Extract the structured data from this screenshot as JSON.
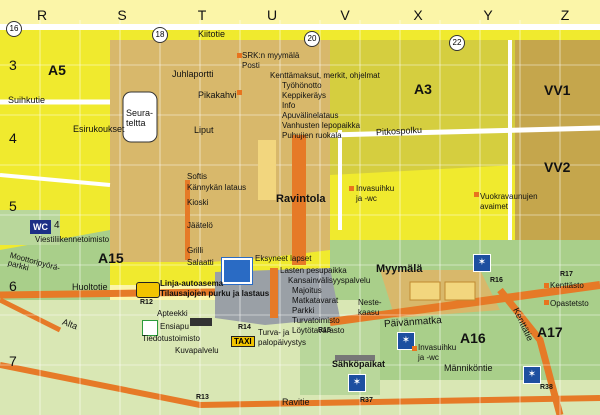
{
  "grid": {
    "letters": [
      "R",
      "S",
      "T",
      "U",
      "V",
      "X",
      "Y",
      "Z"
    ],
    "numbers": [
      "3",
      "4",
      "5",
      "6",
      "7"
    ]
  },
  "road_numbers": [
    "16",
    "18",
    "20",
    "22"
  ],
  "roads": {
    "kiitotie": "Kiitotie",
    "suihkutie": "Suihkutie",
    "pitkospolku": "Pitkospolku",
    "huoltotie": "Huoltotie",
    "alta": "Alta",
    "paivanmatka": "Päivänmatka",
    "kenttatie": "Kenttätie",
    "mannikontie": "Männiköntie",
    "ravitie": "Ravitie",
    "moottoripyoraparkki": "Moottoripyörä-\nparkki"
  },
  "areas": {
    "a5": "A5",
    "a3": "A3",
    "vv1": "VV1",
    "vv2": "VV2",
    "a15": "A15",
    "a16": "A16",
    "a17": "A17",
    "ravintola": "Ravintola",
    "myymala": "Myymälä",
    "sahkopaikat": "Sähköpaikat"
  },
  "labels": {
    "juhlaportti": "Juhlaportti",
    "pikakahvi": "Pikakahvi",
    "seuratelta": "Seura-\nteltta",
    "esirukoukset": "Esirukoukset",
    "liput": "Liput",
    "softis": "Softis",
    "kannykan_lataus": "Kännykän lataus",
    "kioski": "Kioski",
    "jaatelo": "Jäätelö",
    "grilli": "Grilli",
    "salaatti": "Salaatti",
    "viestiliikennetoimisto": "Viestiliikennetoimisto",
    "wc": "WC",
    "wc_num": "4",
    "srk_list": [
      "SRK:n myymälä",
      "Posti",
      "Kenttämaksut, merkit, ohjelmat",
      "Työhönotto",
      "Keppikeräys",
      "Info",
      "Apuvälinelataus",
      "Vanhusten lepopaikka",
      "Puhujien ruokala"
    ],
    "invasuihku_a3": "Invasuihku\nja -wc",
    "vuokravaunujen_avaimet": "Vuokravaunujen\navaimet",
    "eksyneet_lapset": "Eksyneet lapset",
    "right_list": [
      "Lasten pesupaikka",
      "Kansainvälisyyspalvelu",
      "Majoitus",
      "Matkatavarat",
      "Parkki",
      "Turvatoimisto",
      "Löytötavarasto"
    ],
    "linja_autoasema": "Linja-autoasema",
    "tilausajojen": "Tilausajojen purku ja lastaus",
    "nestekaasu": "Neste-\nkaasu",
    "kenttasto": "Kenttästo",
    "opastetsto": "Opastetsto",
    "apteekki": "Apteekki",
    "ensiapu": "Ensiapu",
    "tiedotustoimisto": "Tiedotustoimisto",
    "kuvapalvelu": "Kuvapalvelu",
    "taxi": "TAXI",
    "turva": "Turva- ja\npalopäivystys",
    "invasuihku_a16": "Invasuihku\nja -wc"
  },
  "road_tags": [
    "R12",
    "R13",
    "R14",
    "R15",
    "R16",
    "R17",
    "R37",
    "R38"
  ],
  "colors": {
    "yellow": "#f0ea2e",
    "light_yellow": "#fbf5a8",
    "tan": "#d8b86b",
    "olive": "#c5a64c",
    "green": "#a9cf8a",
    "road": "#e67a27",
    "gray": "#9aa0a6"
  }
}
